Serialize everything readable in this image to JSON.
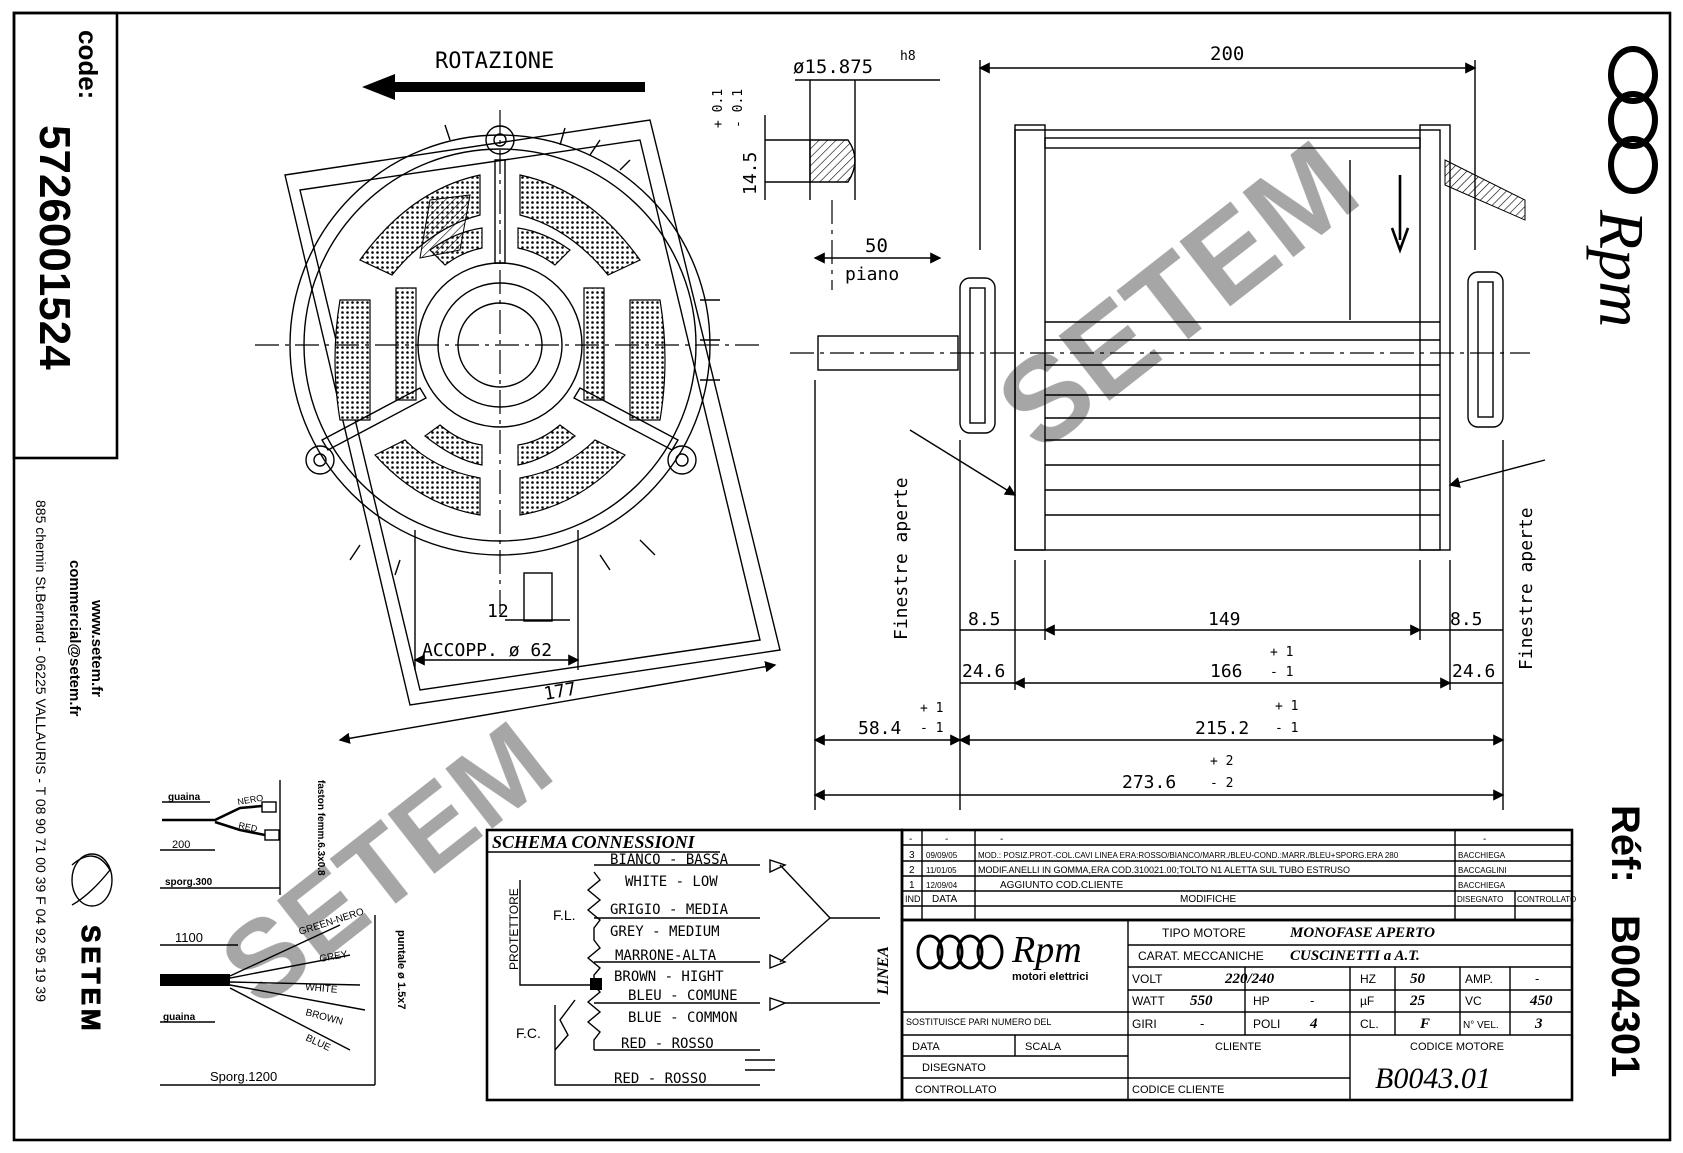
{
  "sidebar": {
    "code_label": "code:",
    "code_value": "5726001524",
    "website": "www.setem.fr",
    "email": "commercial@setem.fr",
    "address": "885 chemin St.Bernard - 06225 VALLAURIS - T 08 90 71 00 39  F 04 92 95 19 39",
    "brand": "SETEM"
  },
  "front_view": {
    "rotation_label": "ROTAZIONE",
    "dim_12": "12",
    "dim_accopp": "ACCOPP. ø 62",
    "dim_177": "177"
  },
  "side_view": {
    "dim_200": "200",
    "shaft_diameter": "ø15.875",
    "shaft_tol": "h8",
    "dim_14_5": "14.5",
    "tol_plus": "+ 0.1",
    "tol_minus": "- 0.1",
    "dim_50": "50",
    "piano": "piano",
    "finestre_left": "Finestre aperte",
    "finestre_right": "Finestre aperte",
    "dim_8_5_left": "8.5",
    "dim_149": "149",
    "dim_8_5_right": "8.5",
    "dim_24_6_left": "24.6",
    "dim_166": "166",
    "dim_24_6_right": "24.6",
    "dim_58_4": "58.4",
    "dim_215_2": "215.2",
    "dim_273_6": "273.6",
    "tol_p1": "+ 1",
    "tol_m1": "- 1",
    "tol_p2": "+ 2",
    "tol_m2": "- 2"
  },
  "brand_logo": {
    "name": "Rpm",
    "subtitle": "motori elettrici"
  },
  "reference": {
    "label": "Réf:",
    "value": "B004301"
  },
  "cables": {
    "guaina_top": "guaina",
    "nero": "NERO",
    "red": "RED",
    "dim_200": "200",
    "sporg_300": "sporg.300",
    "faston": "faston femm.6.3x0.8",
    "dim_1100": "1100",
    "guaina_bottom": "guaina",
    "colors": [
      "GREEN-NERO",
      "GREY",
      "WHITE",
      "BROWN",
      "BLUE"
    ],
    "puntale": "puntale ø 1.5x7",
    "sporg_1200": "Sporg.1200"
  },
  "schema": {
    "title": "SCHEMA CONNESSIONI",
    "protettore": "PROTETTORE",
    "fl": "F.L.",
    "fc": "F.C.",
    "linea": "LINEA",
    "wires": [
      "BIANCO - BASSA",
      "WHITE - LOW",
      "GRIGIO - MEDIA",
      "GREY - MEDIUM",
      "MARRONE-ALTA",
      "BROWN - HIGHT",
      "BLEU - COMUNE",
      "BLUE - COMMON",
      "RED - ROSSO",
      "RED - ROSSO"
    ]
  },
  "revisions": {
    "rows": [
      {
        "ind": "-",
        "data": "-",
        "mod": "-",
        "by": "-"
      },
      {
        "ind": "3",
        "data": "09/09/05",
        "mod": "MOD.: POSIZ.PROT.-COL.CAVI LINEA ERA:ROSSO/BIANCO/MARR./BLEU-COND.:MARR./BLEU+SPORG.ERA 280",
        "by": "BACCHIEGA"
      },
      {
        "ind": "2",
        "data": "11/01/05",
        "mod": "MODIF.ANELLI IN GOMMA,ERA COD.310021.00;TOLTO N1 ALETTA SUL TUBO ESTRUSO",
        "by": "BACCAGLINI"
      },
      {
        "ind": "1",
        "data": "12/09/04",
        "mod": "AGGIUNTO COD.CLIENTE",
        "by": "BACCHIEGA"
      }
    ],
    "header": {
      "ind": "IND",
      "data": "DATA",
      "mod": "MODIFICHE",
      "dis": "DISEGNATO",
      "ctrl": "CONTROLLATO"
    }
  },
  "title_block": {
    "tipo_motore_label": "TIPO MOTORE",
    "tipo_motore": "MONOFASE APERTO",
    "carat_label": "CARAT. MECCANICHE",
    "carat": "CUSCINETTI a A.T.",
    "volt_label": "VOLT",
    "volt": "220/240",
    "hz_label": "HZ",
    "hz": "50",
    "amp_label": "AMP.",
    "amp": "-",
    "watt_label": "WATT",
    "watt": "550",
    "hp_label": "HP",
    "hp": "-",
    "uf_label": "µF",
    "uf": "25",
    "vc_label": "VC",
    "vc": "450",
    "giri_label": "GIRI",
    "giri": "-",
    "poli_label": "POLI",
    "poli": "4",
    "cl_label": "CL.",
    "cl": "F",
    "vel_label": "N° VEL.",
    "vel": "3",
    "sostituisce": "SOSTITUISCE PARI NUMERO DEL",
    "data_label": "DATA",
    "scala_label": "SCALA",
    "disegnato_label": "DISEGNATO",
    "controllato_label": "CONTROLLATO",
    "cliente_label": "CLIENTE",
    "codice_motore_label": "CODICE MOTORE",
    "codice_cliente_label": "CODICE CLIENTE",
    "codice_motore": "B0043.01"
  },
  "watermark": "SETEM"
}
